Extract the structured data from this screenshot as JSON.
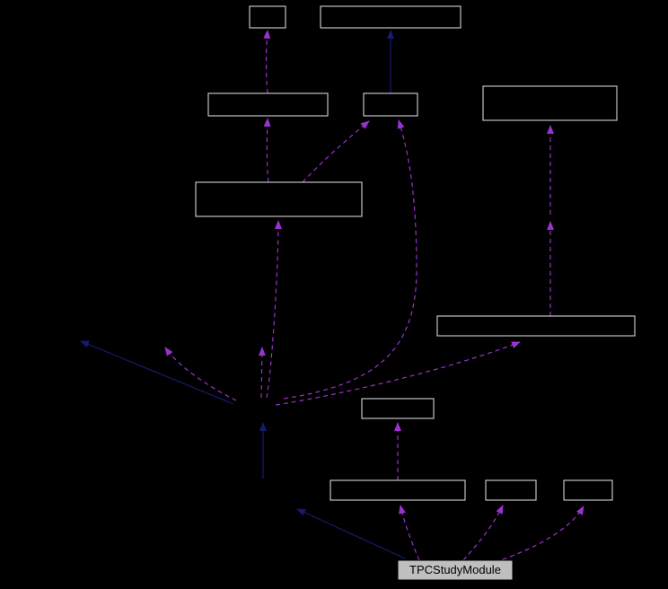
{
  "colors": {
    "background": "#000000",
    "node_border": "#d4d4d4",
    "node_fill": "#000000",
    "current_node_fill": "#bfbfbf",
    "current_node_border": "#000000",
    "current_node_text": "#000000",
    "inheritance_edge": "#191970",
    "collaboration_edge": "#9a32cd"
  },
  "nodes": {
    "current": {
      "label": "TPCStudyModule"
    },
    "unlabeled_box_count": 11
  },
  "edges": {
    "inheritance_style": "solid",
    "collaboration_style": "dashed"
  }
}
